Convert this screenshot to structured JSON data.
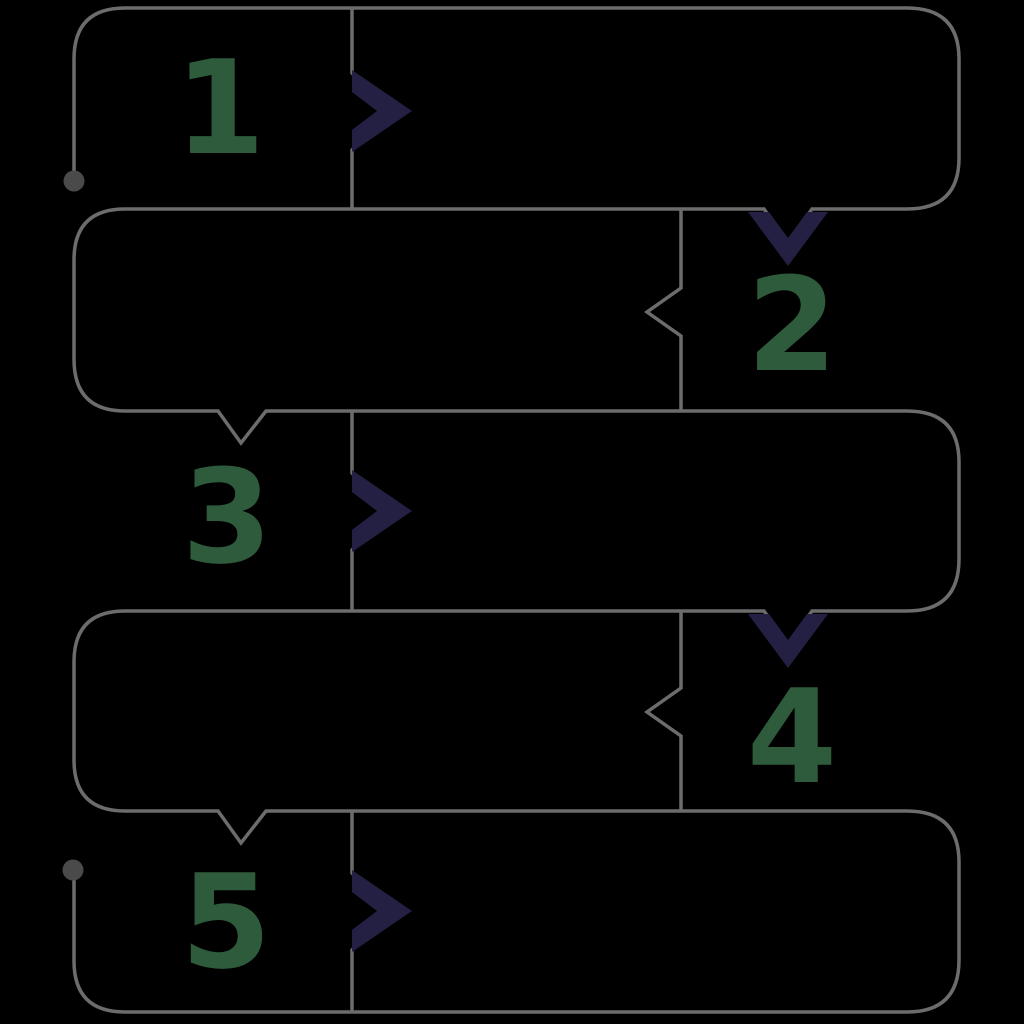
{
  "diagram": {
    "type": "process-flow",
    "step_count": 5,
    "colors": {
      "background": "#000000",
      "outline": "#6c6c6c",
      "terminal_dot": "#4a4a4a",
      "step_number": "#2e5b3c",
      "chevron": "#232043"
    },
    "steps": [
      {
        "number": "1",
        "icon": "chevron-right-icon",
        "side": "left"
      },
      {
        "number": "2",
        "icon": "chevron-down-icon",
        "side": "right"
      },
      {
        "number": "3",
        "icon": "chevron-right-icon",
        "side": "left"
      },
      {
        "number": "4",
        "icon": "chevron-down-icon",
        "side": "right"
      },
      {
        "number": "5",
        "icon": "chevron-right-icon",
        "side": "left"
      }
    ],
    "terminals": [
      {
        "name": "start-terminal-dot"
      },
      {
        "name": "end-terminal-dot"
      }
    ]
  }
}
